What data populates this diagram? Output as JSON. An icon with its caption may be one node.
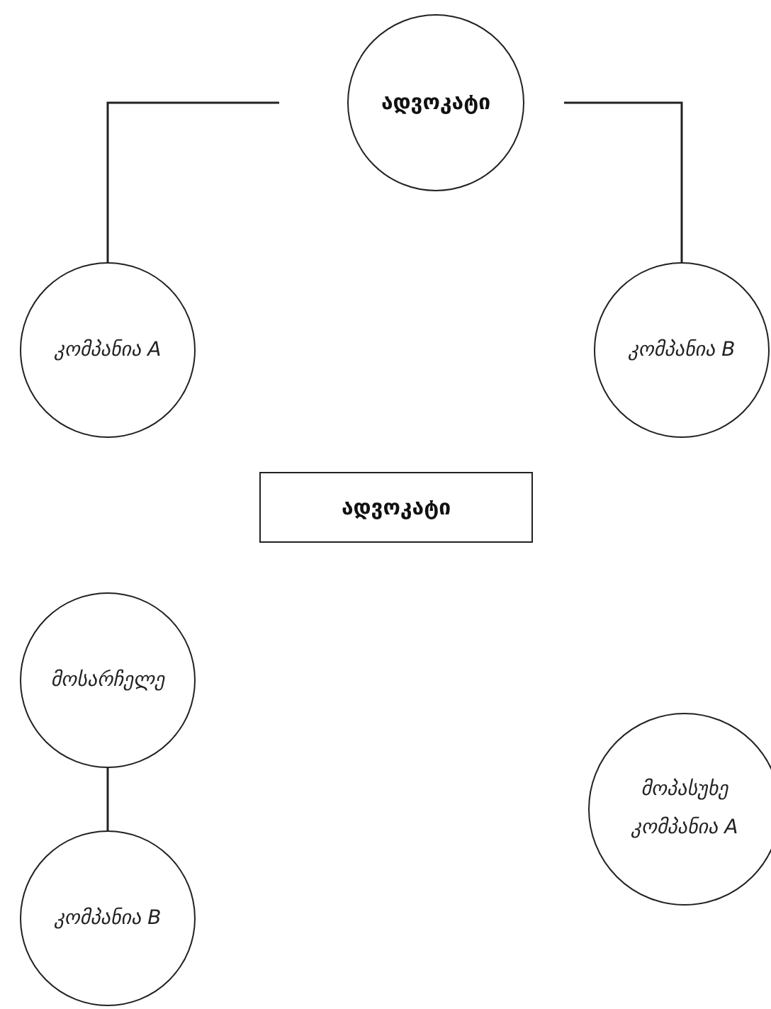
{
  "diagram": {
    "nodes": [
      {
        "text": [
          "ადვოკატი"
        ]
      },
      {
        "text": [
          "კომპანია A"
        ]
      },
      {
        "text": [
          "კომპანია B"
        ]
      },
      {
        "text": [
          "ადვოკატი"
        ]
      },
      {
        "text": [
          "მოსარჩელე"
        ]
      },
      {
        "text": [
          "კომპანია B"
        ]
      },
      {
        "text": [
          "მოპასუხე კომპანია A"
        ]
      }
    ],
    "edges": [
      {
        "from": 0,
        "to": 1,
        "arrow": "none"
      },
      {
        "from": 0,
        "to": 2,
        "arrow": "none"
      },
      {
        "from": 4,
        "to": 5,
        "arrow": "none"
      }
    ]
  }
}
